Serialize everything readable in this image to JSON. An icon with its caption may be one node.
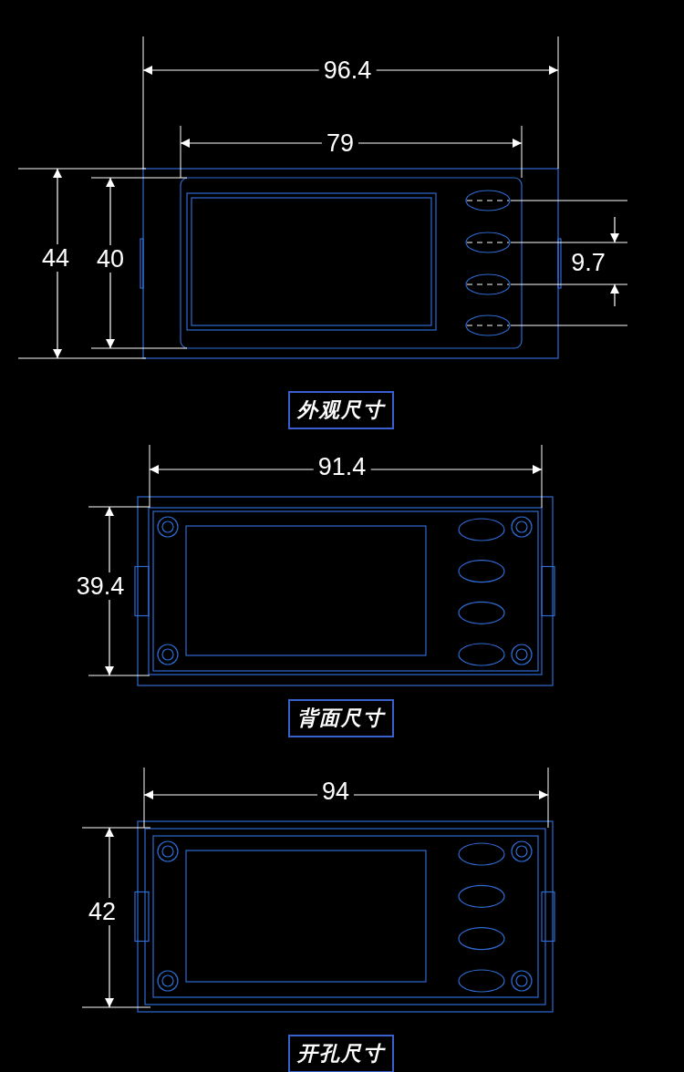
{
  "diagram": {
    "nodes": [
      {
        "text": [
          "外观尺寸"
        ]
      },
      {
        "text": [
          "背面尺寸"
        ]
      },
      {
        "text": [
          "开孔尺寸"
        ]
      }
    ],
    "labels": [
      "96.4",
      "79",
      "44",
      "40",
      "9.7",
      "91.4",
      "39.4",
      "94",
      "42"
    ]
  }
}
